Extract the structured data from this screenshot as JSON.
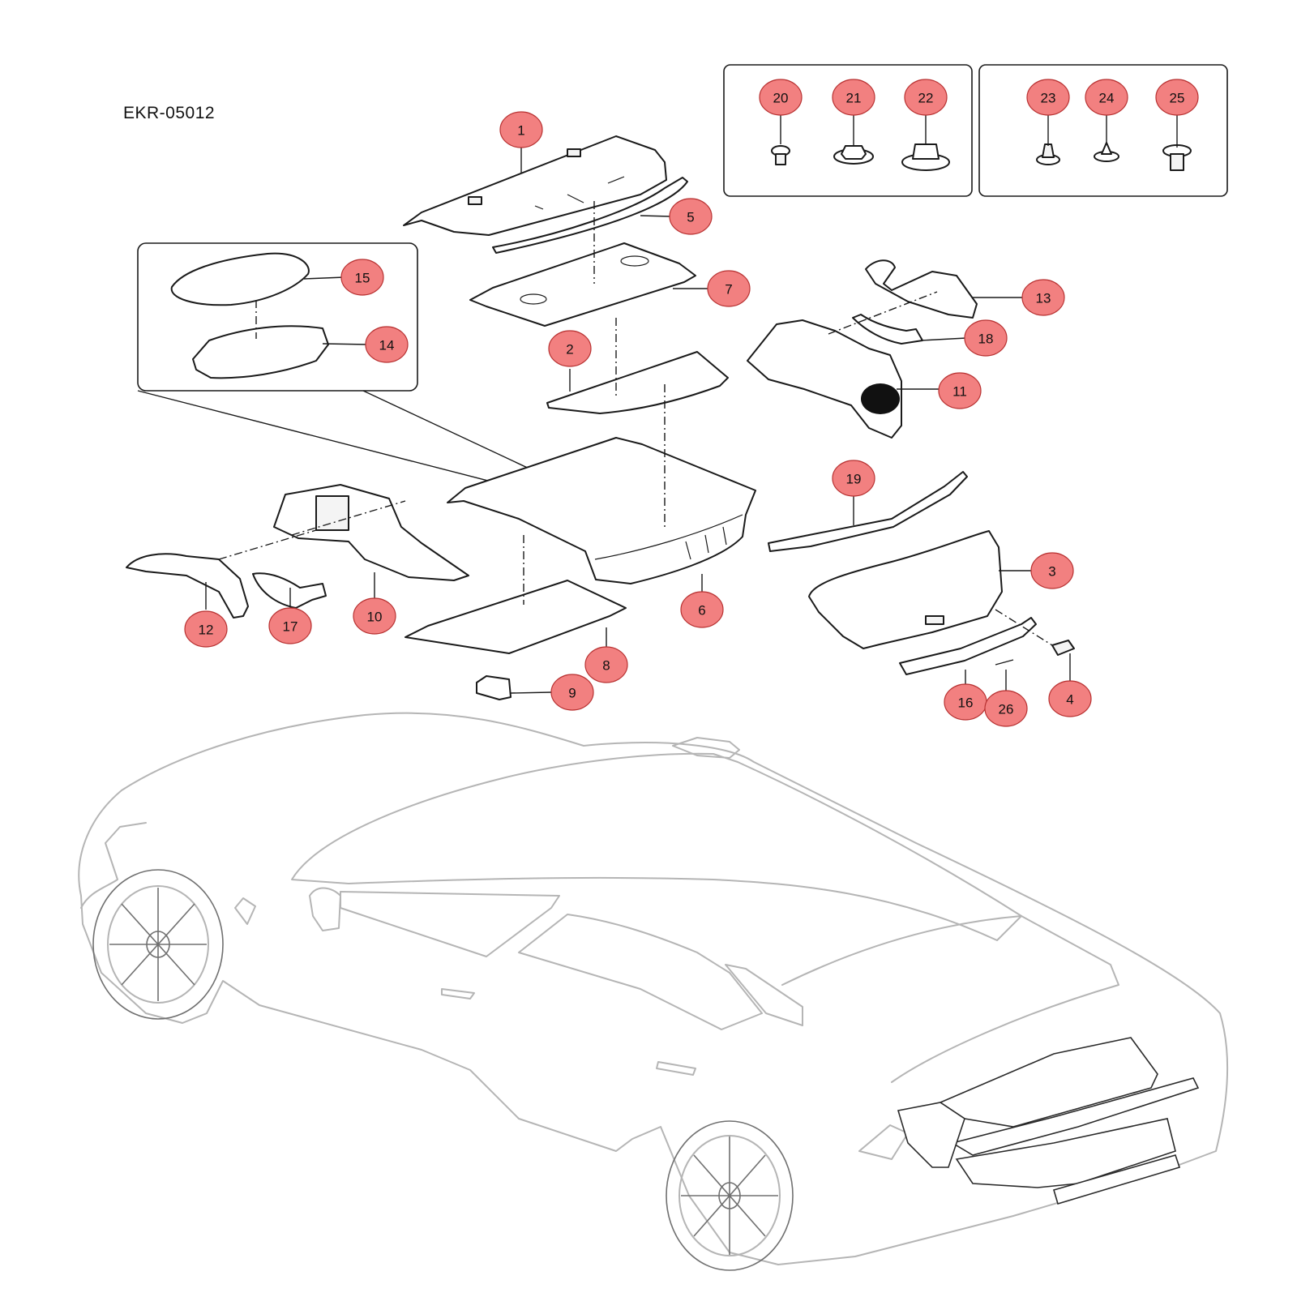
{
  "drawing_code": "EKR-05012",
  "callout_color": "#f28080",
  "callouts": [
    {
      "id": "c1",
      "label": "1"
    },
    {
      "id": "c2",
      "label": "2"
    },
    {
      "id": "c3",
      "label": "3"
    },
    {
      "id": "c4",
      "label": "4"
    },
    {
      "id": "c5",
      "label": "5"
    },
    {
      "id": "c6",
      "label": "6"
    },
    {
      "id": "c7",
      "label": "7"
    },
    {
      "id": "c8",
      "label": "8"
    },
    {
      "id": "c9",
      "label": "9"
    },
    {
      "id": "c10",
      "label": "10"
    },
    {
      "id": "c11",
      "label": "11"
    },
    {
      "id": "c12",
      "label": "12"
    },
    {
      "id": "c13",
      "label": "13"
    },
    {
      "id": "c14",
      "label": "14"
    },
    {
      "id": "c15",
      "label": "15"
    },
    {
      "id": "c16",
      "label": "16"
    },
    {
      "id": "c17",
      "label": "17"
    },
    {
      "id": "c18",
      "label": "18"
    },
    {
      "id": "c19",
      "label": "19"
    },
    {
      "id": "c20",
      "label": "20"
    },
    {
      "id": "c21",
      "label": "21"
    },
    {
      "id": "c22",
      "label": "22"
    },
    {
      "id": "c23",
      "label": "23"
    },
    {
      "id": "c24",
      "label": "24"
    },
    {
      "id": "c25",
      "label": "25"
    },
    {
      "id": "c26",
      "label": "26"
    }
  ]
}
